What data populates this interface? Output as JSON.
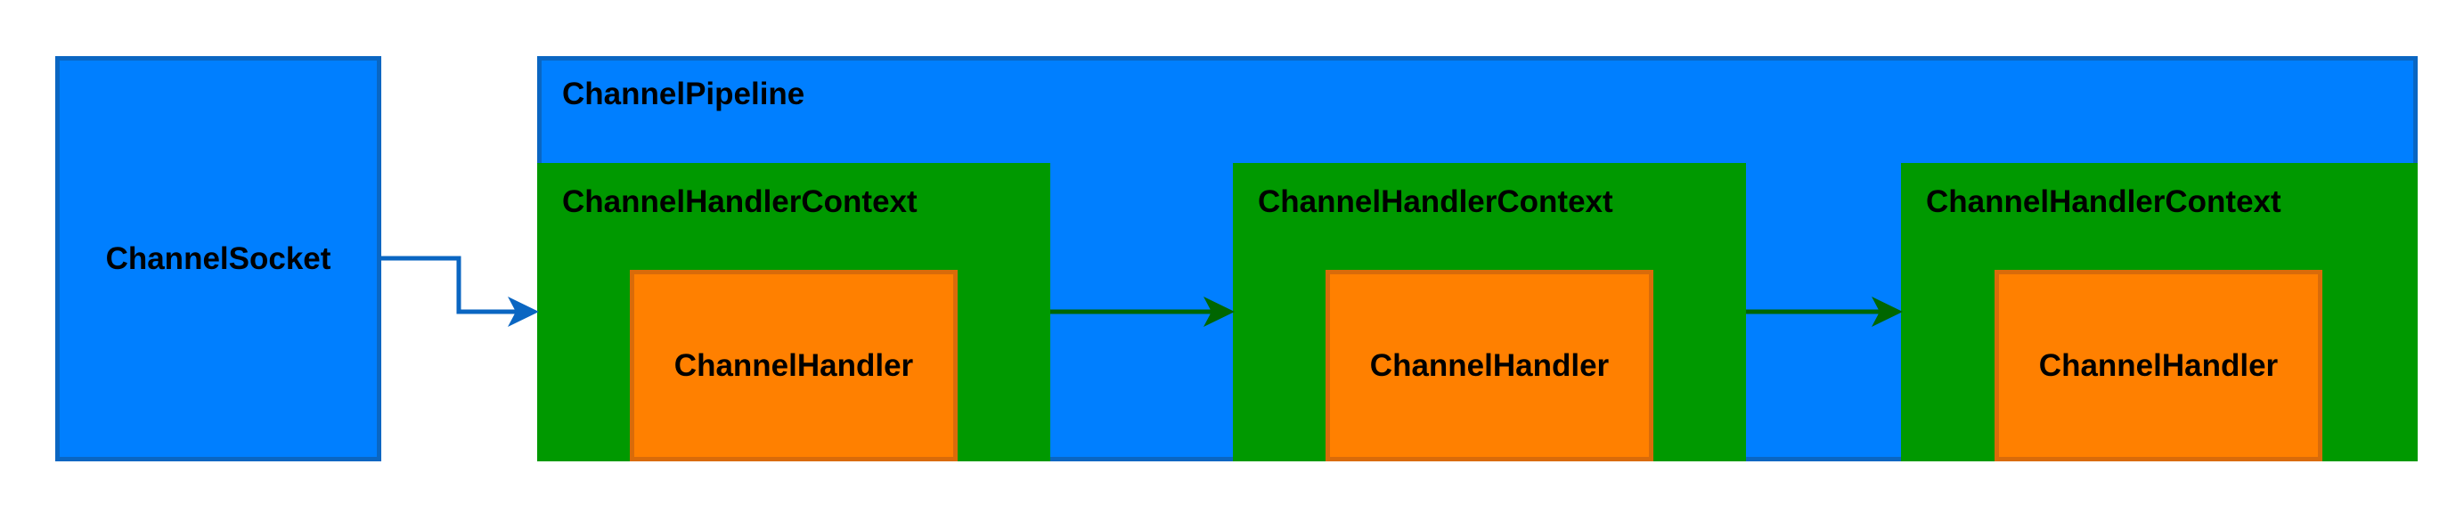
{
  "diagram": {
    "socket": {
      "label": "ChannelSocket"
    },
    "pipeline": {
      "label": "ChannelPipeline"
    },
    "contexts": [
      {
        "label": "ChannelHandlerContext",
        "handler": "ChannelHandler"
      },
      {
        "label": "ChannelHandlerContext",
        "handler": "ChannelHandler"
      },
      {
        "label": "ChannelHandlerContext",
        "handler": "ChannelHandler"
      }
    ]
  },
  "colors": {
    "socket_fill": "#007fff",
    "pipeline_fill": "#007fff",
    "context_fill": "#009900",
    "handler_fill": "#ff8000",
    "blue_stroke": "#0a66c2",
    "green_arrow": "#006600"
  }
}
